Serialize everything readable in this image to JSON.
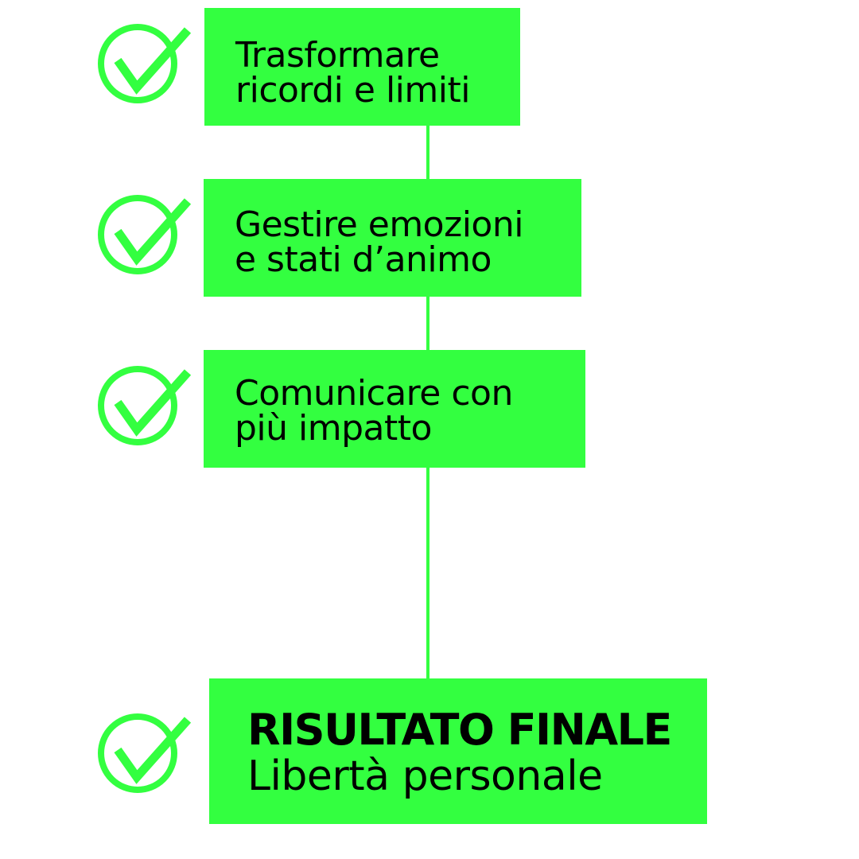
{
  "steps": [
    {
      "line1": "Trasformare",
      "line2": "ricordi e limiti"
    },
    {
      "line1": "Gestire emozioni",
      "line2": "e stati d’animo"
    },
    {
      "line1": "Comunicare con",
      "line2": "più impatto"
    }
  ],
  "final": {
    "title": "RISULTATO FINALE",
    "subtitle": "Libertà personale"
  },
  "icons": {
    "step_marker": "check-circle-icon"
  },
  "colors": {
    "accent": "#33ff40",
    "text": "#000000",
    "background": "#ffffff"
  }
}
